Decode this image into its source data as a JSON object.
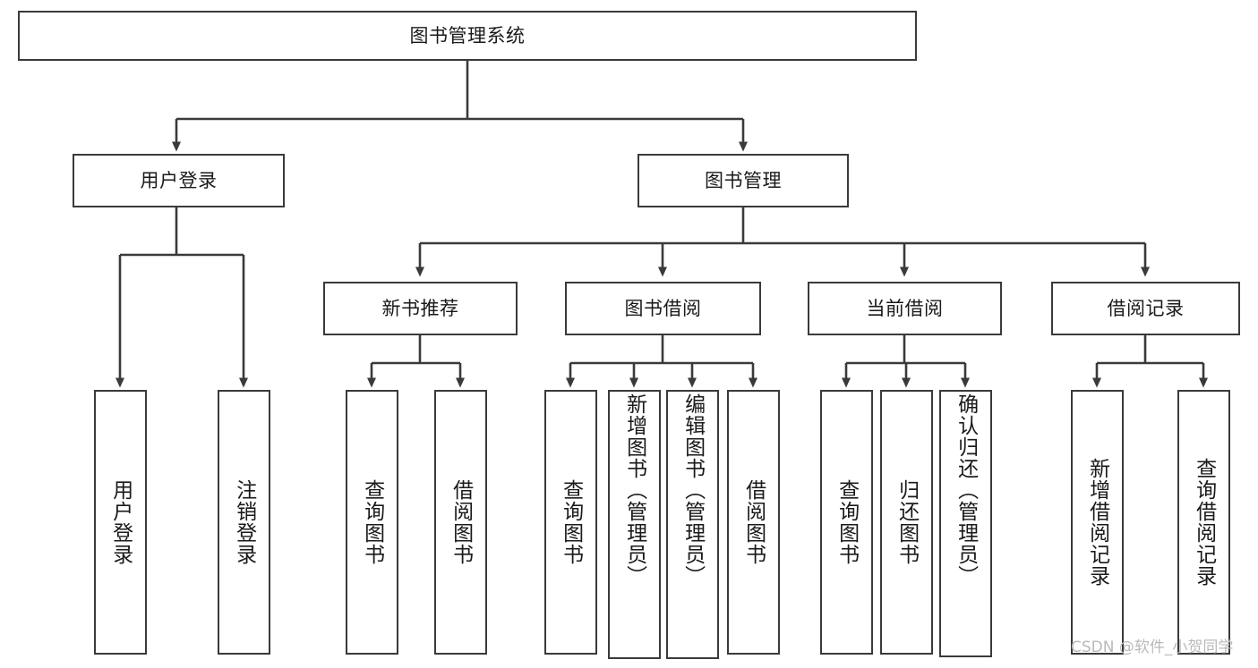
{
  "diagram": {
    "type": "tree-hierarchy",
    "title": "图书管理系统",
    "watermark": "CSDN @软件_小贺同学",
    "colors": {
      "box_border": "#3a3a3a",
      "connector": "#3a3a3a",
      "background": "#ffffff",
      "text": "#1a1a1a",
      "watermark": "#b9b9b9"
    },
    "root": {
      "label": "图书管理系统"
    },
    "level1": [
      {
        "label": "用户登录"
      },
      {
        "label": "图书管理"
      }
    ],
    "level2": [
      {
        "label": "新书推荐"
      },
      {
        "label": "图书借阅"
      },
      {
        "label": "当前借阅"
      },
      {
        "label": "借阅记录"
      }
    ],
    "leaves": {
      "user_login": [
        {
          "label": "用户登录"
        },
        {
          "label": "注销登录"
        }
      ],
      "new_book_recommend": [
        {
          "label": "查询图书"
        },
        {
          "label": "借阅图书"
        }
      ],
      "book_borrow": [
        {
          "label": "查询图书"
        },
        {
          "label": "新增图书（管理员）"
        },
        {
          "label": "编辑图书（管理员）"
        },
        {
          "label": "借阅图书"
        }
      ],
      "current_borrow": [
        {
          "label": "查询图书"
        },
        {
          "label": "归还图书"
        },
        {
          "label": "确认归还（管理员）"
        }
      ],
      "borrow_record": [
        {
          "label": "新增借阅记录"
        },
        {
          "label": "查询借阅记录"
        }
      ]
    }
  }
}
